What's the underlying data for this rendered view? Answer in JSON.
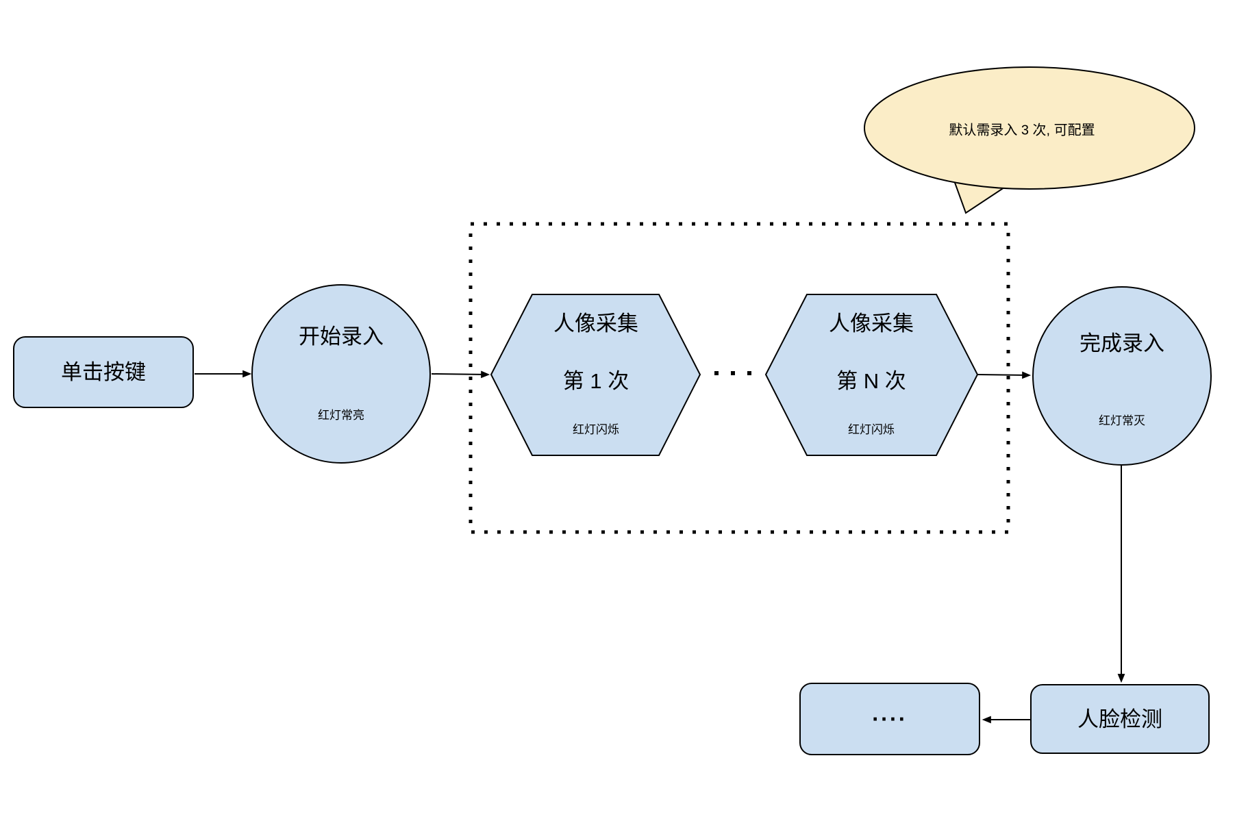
{
  "colors": {
    "node_fill": "#CBDEF1",
    "callout_fill": "#FBEDC7",
    "stroke": "#000000"
  },
  "nodes": {
    "click_button": {
      "shape": "rounded-rect",
      "label": "单击按键"
    },
    "start_enroll": {
      "shape": "circle",
      "label": "开始录入",
      "sublabel": "红灯常亮"
    },
    "capture_first": {
      "shape": "hexagon",
      "label": "人像采集",
      "label2": "第 1 次",
      "sublabel": "红灯闪烁"
    },
    "capture_nth": {
      "shape": "hexagon",
      "label": "人像采集",
      "label2": "第 N 次",
      "sublabel": "红灯闪烁"
    },
    "finish_enroll": {
      "shape": "circle",
      "label": "完成录入",
      "sublabel": "红灯常灭"
    },
    "face_detection": {
      "shape": "rounded-rect",
      "label": "人脸检测"
    },
    "continuation": {
      "shape": "rounded-rect",
      "label": "...."
    }
  },
  "callout": {
    "text": "默认需录入 3 次, 可配置"
  }
}
